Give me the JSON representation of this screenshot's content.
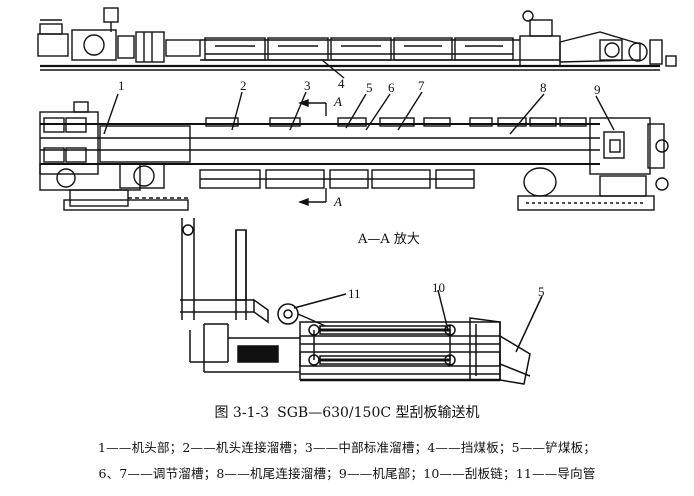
{
  "figure": {
    "number": "图 3-1-3",
    "title": "SGB—630/150C 型刮板输送机",
    "section_label": "A—A 放大",
    "section_marker": "A"
  },
  "legend": {
    "line1": "1——机头部；2——机头连接溜槽；3——中部标准溜槽；4——挡煤板；5——铲煤板；",
    "line2": "6、7——调节溜槽；8——机尾连接溜槽；9——机尾部；10——刮板链；11——导向管"
  },
  "callouts": {
    "n1": "1",
    "n2": "2",
    "n3": "3",
    "n4": "4",
    "n5": "5",
    "n6": "6",
    "n7": "7",
    "n8": "8",
    "n9": "9",
    "n10": "10",
    "n11": "11",
    "n5b": "5"
  },
  "colors": {
    "ink": "#111111",
    "background": "#ffffff"
  }
}
